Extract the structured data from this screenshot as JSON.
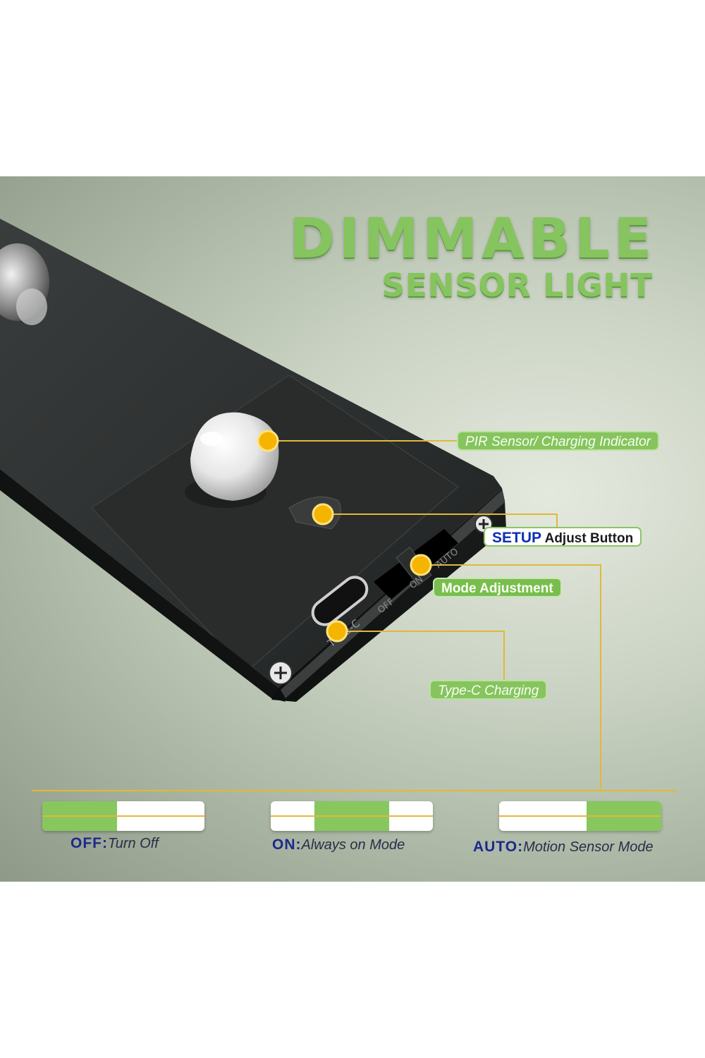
{
  "headline": {
    "line1": "DIMMABLE",
    "line2": "SENSOR LIGHT"
  },
  "device": {
    "switch_text_off": "OFF",
    "switch_text_on": "ON",
    "switch_text_auto": "AUTO",
    "port_text": "TYPE-C"
  },
  "callouts": {
    "pir": "PIR Sensor/ Charging Indicator",
    "setup_word": "SETUP",
    "setup_rest": "Adjust Button",
    "mode": "Mode Adjustment",
    "typec": "Type-C Charging"
  },
  "modes": [
    {
      "key": "OFF:",
      "desc": "Turn Off",
      "level": 0
    },
    {
      "key": "ON:",
      "desc": "Always on Mode",
      "level": 0.5
    },
    {
      "key": "AUTO:",
      "desc": "Motion Sensor Mode",
      "level": 1
    }
  ],
  "colors": {
    "accent_green": "#86c45f",
    "leader_yellow": "#e0b93c",
    "dot_orange": "#f5b400",
    "mode_key_blue": "#1c2a8a"
  }
}
